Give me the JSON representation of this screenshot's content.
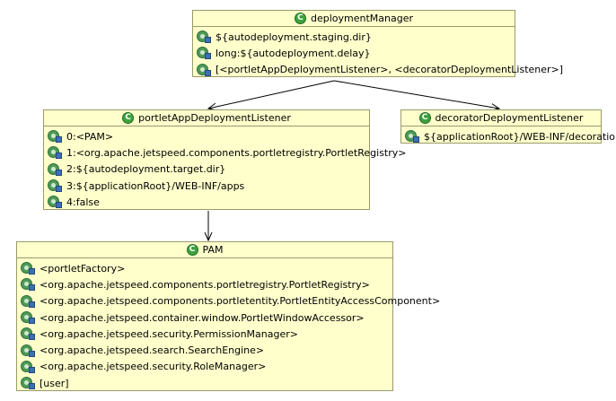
{
  "boxes": {
    "deploymentManager": {
      "title": "deploymentManager",
      "properties": [
        "${autodeployment.staging.dir}",
        "long:${autodeployment.delay}",
        "[<portletAppDeploymentListener>, <decoratorDeploymentListener>]"
      ]
    },
    "portletAppDeploymentListener": {
      "title": "portletAppDeploymentListener",
      "properties": [
        "0:<PAM>",
        "1:<org.apache.jetspeed.components.portletregistry.PortletRegistry>",
        "2:${autodeployment.target.dir}",
        "3:${applicationRoot}/WEB-INF/apps",
        "4:false"
      ]
    },
    "decoratorDeploymentListener": {
      "title": "decoratorDeploymentListener",
      "properties": [
        "${applicationRoot}/WEB-INF/decorations"
      ]
    },
    "PAM": {
      "title": "PAM",
      "properties": [
        "<portletFactory>",
        "<org.apache.jetspeed.components.portletregistry.PortletRegistry>",
        "<org.apache.jetspeed.components.portletentity.PortletEntityAccessComponent>",
        "<org.apache.jetspeed.container.window.PortletWindowAccessor>",
        "<org.apache.jetspeed.security.PermissionManager>",
        "<org.apache.jetspeed.search.SearchEngine>",
        "<org.apache.jetspeed.security.RoleManager>",
        "[user]"
      ]
    }
  },
  "icons": {
    "class": "class-icon",
    "property": "property-icon"
  },
  "colors": {
    "box_fill": "#ffffcc",
    "box_border": "#9a9a6a",
    "class_icon": "#3fa13f",
    "edge": "#000000"
  }
}
